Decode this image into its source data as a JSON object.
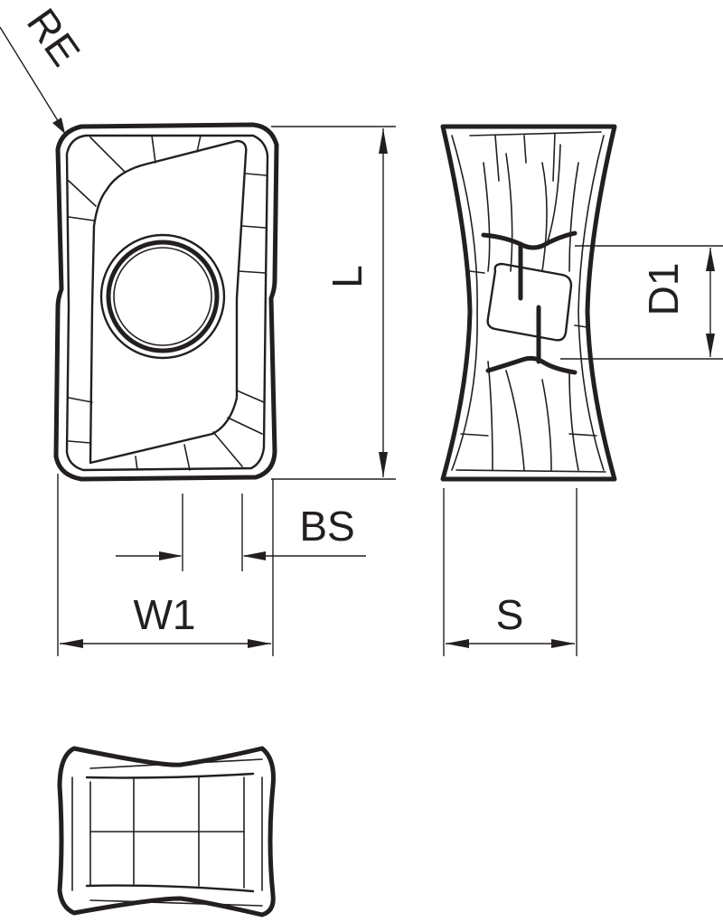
{
  "labels": {
    "re": "RE",
    "l": "L",
    "d1": "D1",
    "bs": "BS",
    "w1": "W1",
    "s": "S"
  },
  "colors": {
    "line": "#231f20",
    "background": "#ffffff"
  }
}
